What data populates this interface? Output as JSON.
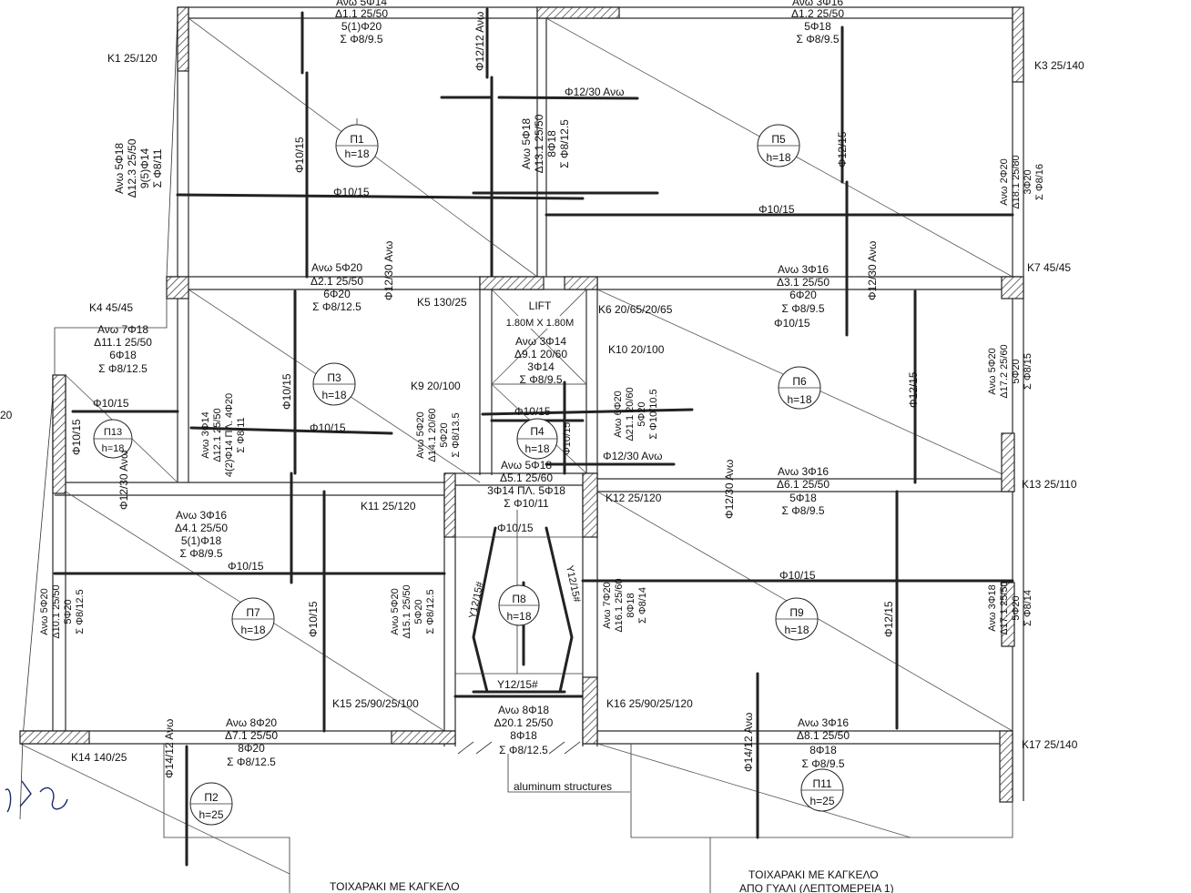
{
  "columns": [
    {
      "label": "K1 25/120"
    },
    {
      "label": "K3 25/140"
    },
    {
      "label": "K4 45/45"
    },
    {
      "label": "K5 130/25"
    },
    {
      "label": "K6 20/65/20/65"
    },
    {
      "label": "K7 45/45"
    },
    {
      "label": "K9 20/100"
    },
    {
      "label": "K10 20/100"
    },
    {
      "label": "K11 25/120"
    },
    {
      "label": "K12 25/120"
    },
    {
      "label": "K13 25/110"
    },
    {
      "label": "K14 140/25"
    },
    {
      "label": "K15 25/90/25/100"
    },
    {
      "label": "K16 25/90/25/120"
    },
    {
      "label": "K17 25/140"
    }
  ],
  "slabs": [
    {
      "id": "Π1",
      "h": "h=18"
    },
    {
      "id": "Π5",
      "h": "h=18"
    },
    {
      "id": "Π3",
      "h": "h=18"
    },
    {
      "id": "Π6",
      "h": "h=18"
    },
    {
      "id": "Π13",
      "h": "h=18"
    },
    {
      "id": "Π4",
      "h": "h=18"
    },
    {
      "id": "Π7",
      "h": "h=18"
    },
    {
      "id": "Π8",
      "h": "h=18"
    },
    {
      "id": "Π9",
      "h": "h=18"
    },
    {
      "id": "Π2",
      "h": "h=25"
    },
    {
      "id": "Π11",
      "h": "h=25"
    }
  ],
  "beams": {
    "d1_1": [
      "Ανω 5Φ14",
      "Δ1.1  25/50",
      "5(1)Φ20",
      "Σ Φ8/9.5"
    ],
    "d1_2": [
      "Ανω 3Φ16",
      "Δ1.2  25/50",
      "5Φ18",
      "Σ Φ8/9.5"
    ],
    "d2_1": [
      "Ανω 5Φ20",
      "Δ2.1  25/50",
      "6Φ20",
      "Σ Φ8/12.5"
    ],
    "d3_1": [
      "Ανω 3Φ16",
      "Δ3.1  25/50",
      "6Φ20",
      "Σ Φ8/9.5"
    ],
    "d11_1": [
      "Ανω 7Φ18",
      "Δ11.1  25/50",
      "6Φ18",
      "Σ Φ8/12.5"
    ],
    "d9_1": [
      "Ανω 3Φ14",
      "Δ9.1  20/60",
      "3Φ14",
      "Σ Φ8/9.5"
    ],
    "d5_1": [
      "Ανω 5Φ18",
      "Δ5.1  25/60",
      "3Φ14 ΠΛ. 5Φ18",
      "Σ Φ10/11"
    ],
    "d4_1": [
      "Ανω 3Φ16",
      "Δ4.1  25/50",
      "5(1)Φ18",
      "Σ Φ8/9.5"
    ],
    "d6_1": [
      "Ανω 3Φ16",
      "Δ6.1  25/50",
      "5Φ18",
      "Σ Φ8/9.5"
    ],
    "d7_1": [
      "Ανω 8Φ20",
      "Δ7.1  25/50",
      "8Φ20",
      "Σ Φ8/12.5"
    ],
    "d20_1": [
      "Ανω 8Φ18",
      "Δ20.1  25/50",
      "8Φ18",
      "Σ Φ8/12.5"
    ],
    "d8_1": [
      "Ανω 3Φ16",
      "Δ8.1  25/50",
      "8Φ18",
      "Σ Φ8/9.5"
    ],
    "d12_3": [
      "Ανω 5Φ18",
      "Δ12.3  25/50",
      "9(5)Φ14",
      "Σ Φ8/11"
    ],
    "d13_1": [
      "Ανω 5Φ18",
      "Δ13.1  25/50",
      "8Φ18",
      "Σ Φ8/12.5"
    ],
    "d18_1": [
      "Ανω 2Φ20",
      "Δ18.1  25/80",
      "3Φ20",
      "Σ Φ8/16"
    ],
    "d12_1": [
      "Ανω 3Φ14",
      "Δ12.1  25/50",
      "4(2)Φ14 ΠΛ. 4Φ20",
      "Σ Φ8/11"
    ],
    "d14_1": [
      "Ανω 5Φ20",
      "Δ14.1  20/60",
      "5Φ20",
      "Σ Φ8/13.5"
    ],
    "d21_1": [
      "Ανω 6Φ20",
      "Δ21.1  20/60",
      "5Φ20",
      "Σ Φ10/10.5"
    ],
    "d17_2": [
      "Ανω 5Φ20",
      "Δ17.2  25/60",
      "5Φ20",
      "Σ Φ8/15"
    ],
    "d10_1": [
      "Ανω 5Φ20",
      "Δ10.1  25/50",
      "5Φ20",
      "Σ Φ8/12.5"
    ],
    "d15_1": [
      "Ανω 5Φ20",
      "Δ15.1  25/50",
      "5Φ20",
      "Σ Φ8/12.5"
    ],
    "d16_1": [
      "Ανω 7Φ20",
      "Δ16.1  25/60",
      "8Φ18",
      "Σ Φ8/14"
    ],
    "d17_1": [
      "Ανω 3Φ18",
      "Δ17.1  25/50",
      "5Φ20",
      "Σ Φ8/14"
    ]
  },
  "rebar_labels": {
    "r_12_30_top": "Φ12/30 Ανω",
    "r_10_15_a": "Φ10/15",
    "r_10_15_b": "Φ10/15",
    "r_10_15_c": "Φ10/15",
    "r_10_15_d": "Φ10/15",
    "r_10_15_e": "Φ10/15",
    "r_10_15_f": "Φ10/15",
    "r_10_15_g": "Φ10/15",
    "r_10_15_h": "Φ10/15",
    "r_10_15_i": "Φ10/15",
    "r_10_15_j": "Φ10/15",
    "r_12_30_mid": "Φ12/30 Ανω",
    "v_12_12": "Φ12/12 Ανω",
    "v_10_15_p1": "Φ10/15",
    "v_12_15_p5": "Φ12/15",
    "v_12_30_a": "Φ12/30 Ανω",
    "v_12_30_b": "Φ12/30 Ανω",
    "v_10_15_p3": "Φ10/15",
    "v_12_15_p6": "Φ12/15",
    "v_10_15_p13": "Φ10/15",
    "v_12_30_p13": "Φ12/30 Ανω",
    "v_10_15_p4": "Φ10/15",
    "v_12_30_c": "Φ12/30 Ανω",
    "v_10_15_p7": "Φ10/15",
    "v_12_15_p9": "Φ12/15",
    "v_14_12_a": "Φ14/12 Ανω",
    "v_14_12_b": "Φ14/12 Ανω",
    "y_12_15_a": "Y12/15#",
    "y_12_15_b": "Y12/15#",
    "y_12_15_c": "Y12/15#"
  },
  "lift": {
    "title": "LIFT",
    "size": "1.80M X 1.80M"
  },
  "notes": {
    "aluminum": "aluminum structures",
    "wall_left": "ΤΟΙΧΑΡΑΚΙ ΜΕ ΚΑΓΚΕΛΟ",
    "wall_right_1": "ΤΟΙΧΑΡΑΚΙ ΜΕ ΚΑΓΚΕΛΟ",
    "wall_right_2": "ΑΠΟ ΓΥΑΛΙ (ΛΕΠΤΟΜΕΡΕΙΑ 1)",
    "edge_left": "20"
  }
}
